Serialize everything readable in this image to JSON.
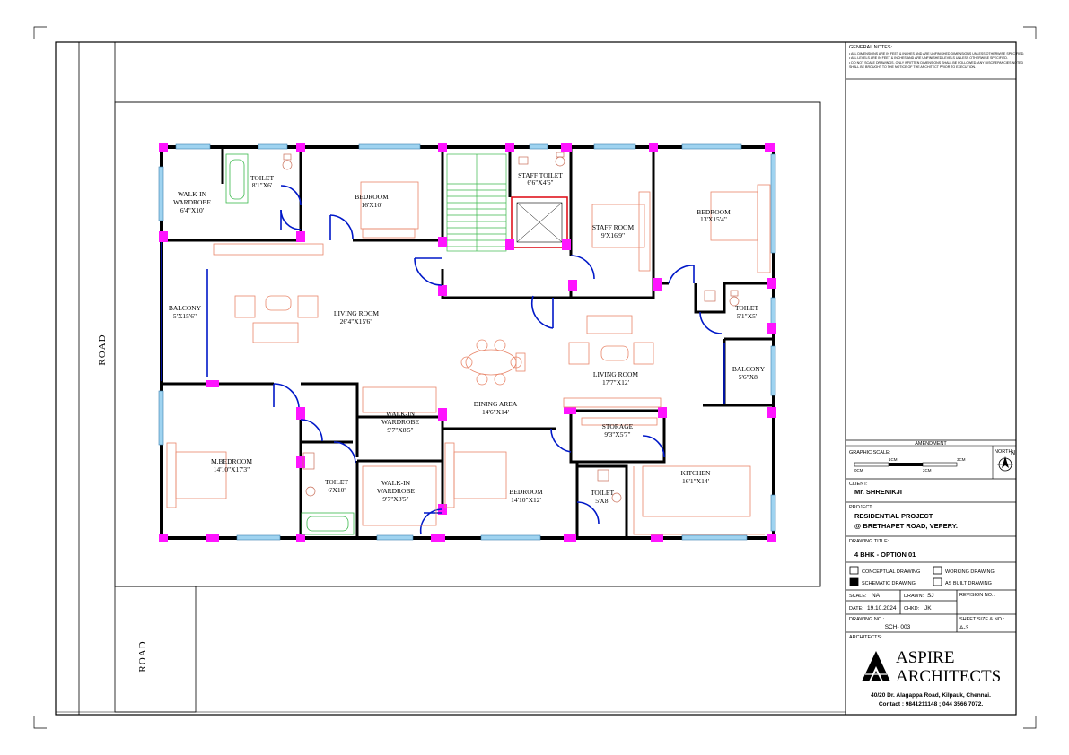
{
  "drawing": {
    "roads": [
      "ROAD",
      "ROAD"
    ],
    "rooms": {
      "walkin_wardrobe_1": {
        "name": "WALK-IN WARDROBE",
        "dim": "6'4\"X10'"
      },
      "toilet_1": {
        "name": "TOILET",
        "dim": "8'1\"X6'"
      },
      "bedroom_1": {
        "name": "BEDROOM",
        "dim": "16'X10'"
      },
      "staff_toilet": {
        "name": "STAFF TOILET",
        "dim": "6'6\"X4'6\""
      },
      "staff_room": {
        "name": "STAFF ROOM",
        "dim": "9'X16'9\""
      },
      "bedroom_2": {
        "name": "BEDROOM",
        "dim": "13'X15'4\""
      },
      "balcony_1": {
        "name": "BALCONY",
        "dim": "5'X15'6\""
      },
      "living_room_1": {
        "name": "LIVING ROOM",
        "dim": "26'4\"X15'6\""
      },
      "toilet_2": {
        "name": "TOILET",
        "dim": "5'1\"X5'"
      },
      "balcony_2": {
        "name": "BALCONY",
        "dim": "5'6\"X8'"
      },
      "living_room_2": {
        "name": "LIVING ROOM",
        "dim": "17'7\"X12'"
      },
      "dining_area": {
        "name": "DINING AREA",
        "dim": "14'6\"X14'"
      },
      "walkin_wardrobe_2": {
        "name": "WALK-IN WARDROBE",
        "dim": "9'7\"X8'5\""
      },
      "storage": {
        "name": "STORAGE",
        "dim": "9'3\"X5'7\""
      },
      "master_bedroom": {
        "name": "M.BEDROOM",
        "dim": "14'10\"X17'3\""
      },
      "toilet_3": {
        "name": "TOILET",
        "dim": "6'X10'"
      },
      "walkin_wardrobe_3": {
        "name": "WALK-IN WARDROBE",
        "dim": "9'7\"X8'5\""
      },
      "bedroom_3": {
        "name": "BEDROOM",
        "dim": "14'10\"X12'"
      },
      "toilet_4": {
        "name": "TOILET",
        "dim": "5'X8'"
      },
      "kitchen": {
        "name": "KITCHEN",
        "dim": "16'1\"X14'"
      }
    }
  },
  "title_block": {
    "general_notes_title": "GENERAL NOTES:",
    "notes": [
      "• ALL DIMENSIONS ARE IN FEET & INCHES AND ARE UNFINISHED DIMENSIONS UNLESS OTHERWISE SPECIFIED.",
      "• ALL LEVELS ARE IN FEET & INCHES AND ARE UNFINISHED LEVELS UNLESS OTHERWISE SPECIFIED.",
      "• DO NOT SCALE DRAWINGS. ONLY WRITTEN DIMENSIONS SHALL BE FOLLOWED. ANY DISCREPANCIES NOTED",
      "  SHALL BE BROUGHT TO THE NOTICE OF THE ARCHITECT PRIOR TO EXECUTION."
    ],
    "amendment": "AMENDMENT",
    "graphic_scale": "GRAPHIC SCALE:",
    "scale_marks": [
      "0CM",
      "1CM",
      "2CM",
      "3CM"
    ],
    "north": "NORTH:",
    "north_letter": "N",
    "client_label": "CLIENT:",
    "client": "Mr. SHRENIKJI",
    "project_label": "PROJECT:",
    "project_line1": "RESIDENTIAL PROJECT",
    "project_line2": "@ BRETHAPET ROAD, VEPERY.",
    "drawing_title_label": "DRAWING TITLE:",
    "drawing_title": "4 BHK - OPTION 01",
    "checkboxes": [
      {
        "label": "CONCEPTUAL DRAWING",
        "checked": false
      },
      {
        "label": "WORKING DRAWING",
        "checked": false
      },
      {
        "label": "SCHEMATIC DRAWING",
        "checked": true
      },
      {
        "label": "AS BUILT DRAWING",
        "checked": false
      }
    ],
    "scale_label": "SCALE:",
    "scale_value": "NA",
    "drawn_label": "DRAWN:",
    "drawn_value": "SJ",
    "revision_label": "REVISION NO.:",
    "date_label": "DATE:",
    "date_value": "19.10.2024",
    "chkd_label": "CHKD:",
    "chkd_value": "JK",
    "drawing_no_label": "DRAWING NO.:",
    "drawing_no_value": "SCH- 003",
    "sheet_size_label": "SHEET SIZE & NO.:",
    "sheet_size_value": "A-3",
    "architects_label": "ARCHITECTS:",
    "firm_line1": "ASPIRE",
    "firm_line2": "ARCHITECTS",
    "address": "40/20 Dr. Alagappa Road, Kilpauk, Chennai.",
    "contact": "Contact : 9841211148 ; 044 3566 7072."
  },
  "colors": {
    "wall": "#000000",
    "column": "#ff14ff",
    "door": "#0018c8",
    "window": "#9fd3f0",
    "furniture": "#e8866a",
    "sanitary": "#3bb94c",
    "lift": "#e0141e"
  }
}
